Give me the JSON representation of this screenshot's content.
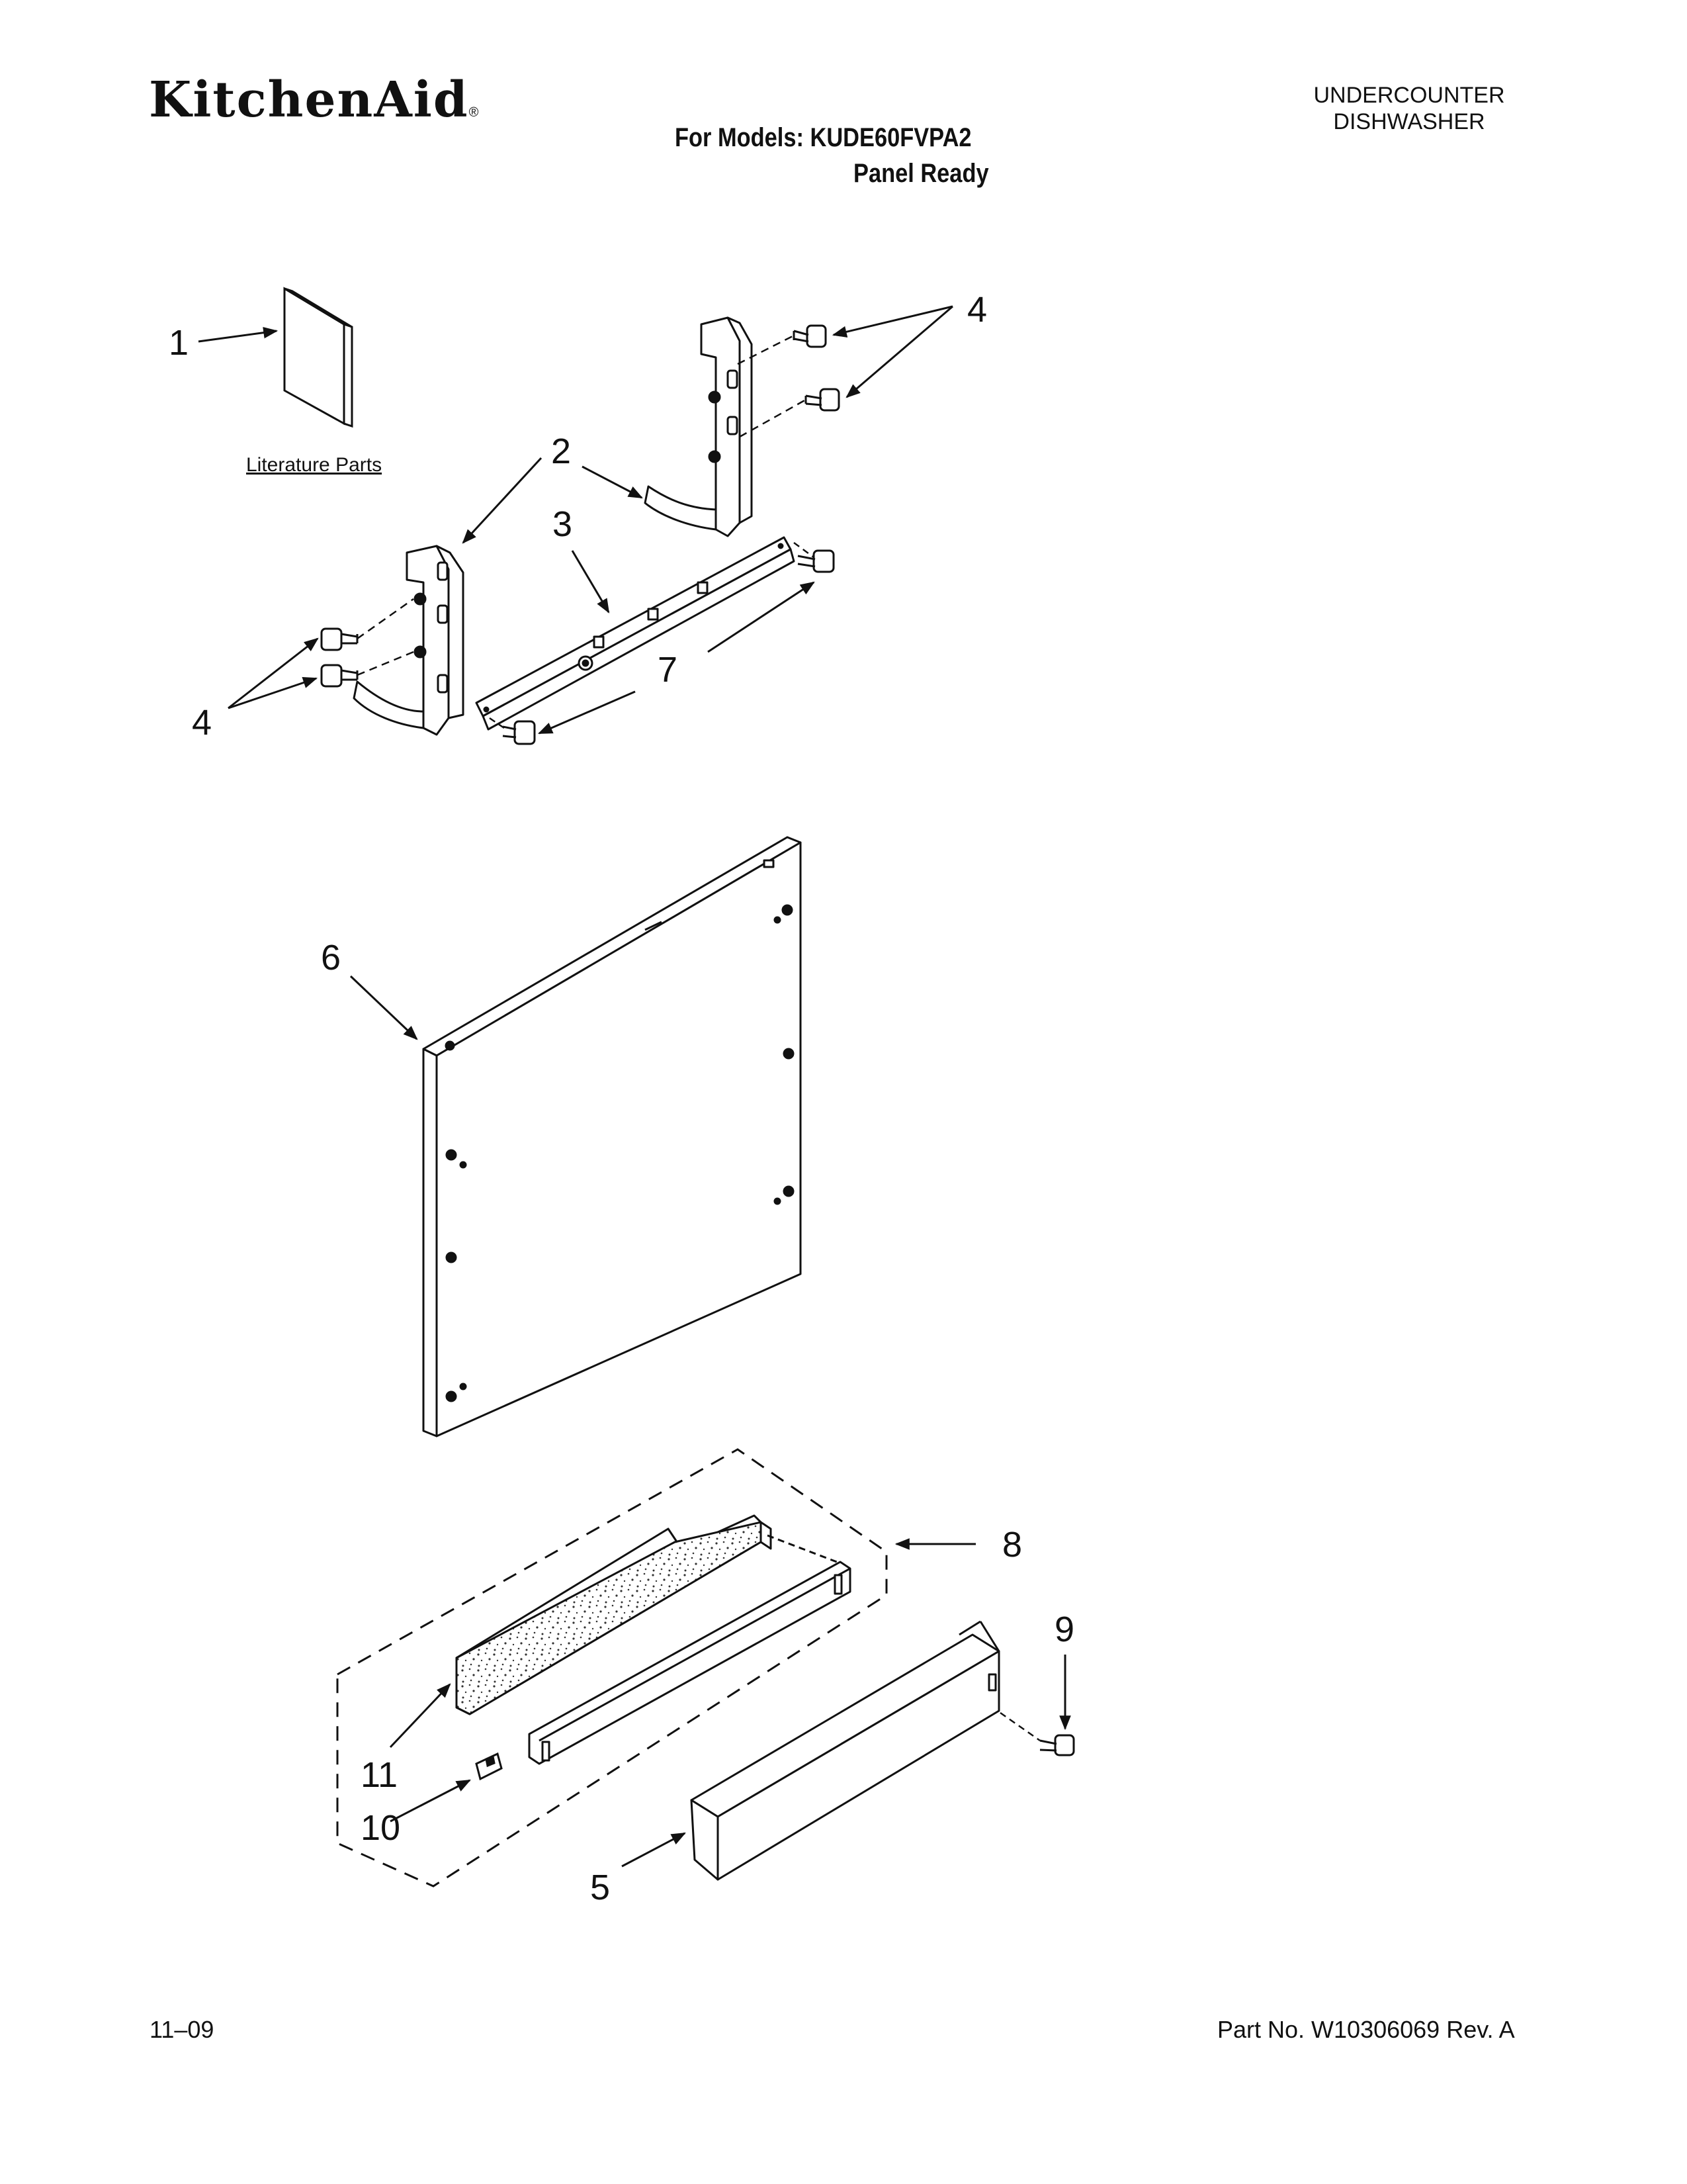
{
  "header": {
    "brand": "KitchenAid",
    "brand_mark": "®",
    "models_line": "For Models: KUDE60FVPA2",
    "variant_line": "Panel Ready",
    "category_line1": "UNDERCOUNTER",
    "category_line2": "DISHWASHER"
  },
  "diagram": {
    "literature_label": "Literature Parts",
    "callouts": {
      "c1": "1",
      "c2": "2",
      "c3": "3",
      "c4_top": "4",
      "c4_left": "4",
      "c5": "5",
      "c6": "6",
      "c7": "7",
      "c8": "8",
      "c9": "9",
      "c10": "10",
      "c11": "11"
    }
  },
  "footer": {
    "date_code": "11–09",
    "part_number": "Part No. W10306069 Rev. A"
  }
}
